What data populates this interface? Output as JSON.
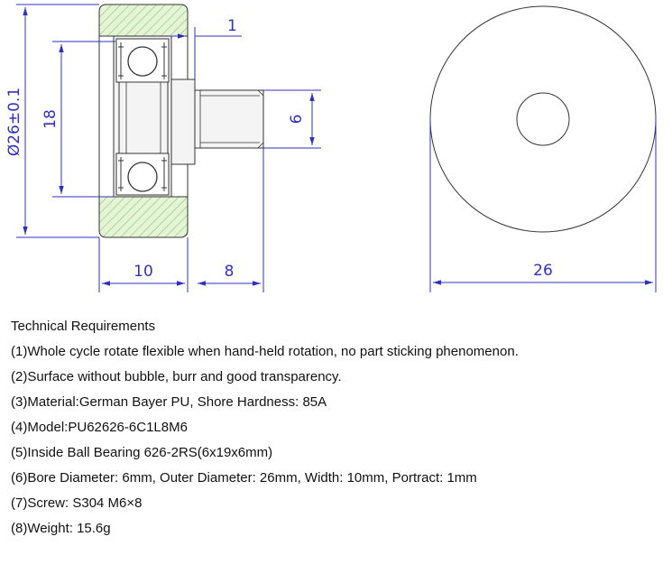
{
  "dimensions": {
    "outer_diameter": "Ø26±0.1",
    "inner_dimension": "18",
    "offset": "1",
    "screw_diameter": "6",
    "wheel_width": "10",
    "screw_length": "8",
    "side_view_diameter": "26"
  },
  "requirements": {
    "heading": "Technical Requirements",
    "items": [
      "(1)Whole cycle rotate flexible when hand-held rotation, no part sticking phenomenon.",
      "(2)Surface without bubble, burr and good transparency.",
      "(3)Material:German Bayer PU, Shore Hardness: 85A",
      "(4)Model:PU62626-6C1L8M6",
      "(5)Inside Ball Bearing 626-2RS(6x19x6mm)",
      "(6)Bore Diameter: 6mm, Outer Diameter: 26mm, Width: 10mm, Portract: 1mm",
      "(7)Screw: S304 M6×8",
      "(8)Weight: 15.6g"
    ]
  },
  "colors": {
    "outline": "#333333",
    "dimension": "#3030c0",
    "pu_fill": "#e4f4d4",
    "hatch": "#8cc27a",
    "part_fill": "#f4f4f4"
  }
}
